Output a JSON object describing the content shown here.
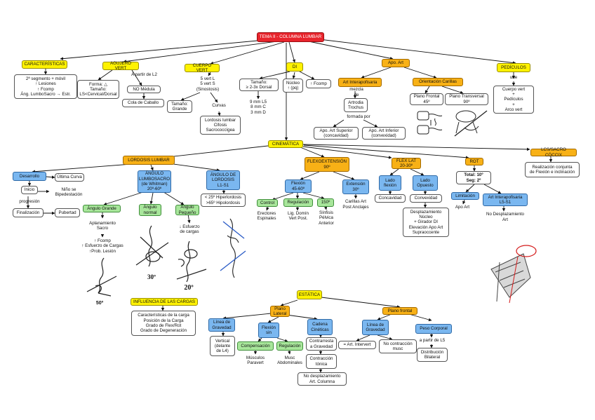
{
  "root": "TEMA II - COLUMNA LUMBAR",
  "top": {
    "caracteristicas": {
      "title": "CARACTERÍSTICAS",
      "body": "2ª segmento + móvil\n↑ Lesiones\n↑ Fcomp\nÁng. LumboSacro → Estr."
    },
    "agujero": {
      "title": "AGUJERO VERT",
      "forma": "Forma: △\nTamaño:\nLS<Cervical/Dorsal",
      "l2_note": "A partir de L2",
      "no_medula": "NO Médula",
      "cola": "Cola de Caballo"
    },
    "cuerpo": {
      "title": "CUERPO VERT",
      "count": "5 vert L\n5 vert S\n(Sinostosis)",
      "tamano": "Tamaño:\nGrande",
      "curvas": "Curvas",
      "curvas_detail": "Lordosis lumbar\nCifosis\nSacrococcígea"
    },
    "di": {
      "title": "DI",
      "tamano": "Tamaño:\n≥ 2-3x Dorsal",
      "nucleo": "Núcleo\n↑ (pq)",
      "fcomp": "↑ Fcomp",
      "mm": "9 mm L5\n8 mm C\n3 mm D"
    },
    "apo": {
      "title": "Apo. Art",
      "interapofisaria": "Art Interapofisaria",
      "mezcla": "mezcla de",
      "artrodia": "Artrodia\nTrochus",
      "formada": "formada por",
      "superior": "Apo. Art Superior\n(concavidad)",
      "inferior": "Apo. Art Inferior\n(convexidad)",
      "orientacion": "Orientación Carillas",
      "frontal": "Plano Frontal\n45º",
      "transversal": "Plano Transversal\n90º"
    },
    "pediculos": {
      "title": "PEDÍCULOS",
      "une": "une",
      "body": "Cuerpo vert\n+\nPedículos\n+\nArco vert"
    }
  },
  "cinematica": "CINEMÁTICA",
  "lordosis": {
    "title": "LORDOSIS LUMBAR",
    "desarrollo": "Desarrollo",
    "ultima_curva": "Última Curva",
    "inicio": "Inicio",
    "nino": "Niño se\nBipedestación",
    "progresion": "progresión",
    "finalizacion": "Finalización",
    "pubertad": "Pubertad",
    "angulo_lumbosacro": "ÁNGULO\nLUMBOSACRO\n(de Whitman)\n20º-60º",
    "angulo_grande": "Ángulo Grande",
    "aplanamiento": "Aplanamiento\nSacro",
    "grande_detail": "↑ Fcomp\n↑ Esfuerzo de Cargas\n↑Prob. Lesión",
    "angulo_normal": "Ángulo\nnormal",
    "angulo_pequeno": "Ángulo\nPequeño",
    "pequeno_detail": "↓ Esfuerzo\nde cargas",
    "angulo_lordosis": "ÁNGULO DE\nLORDOSIS\nL1-S1",
    "lordosis_detail": "< 25º Hiperlordosis\n>65º Hipolordosis",
    "deg_50": "50º",
    "deg_30": "30º",
    "deg_20": "20º",
    "influencia": "INFLUENCIA DE LAS CARGAS",
    "influencia_detail": "Características de la carga\nPosición de la Carga\nGrado de Flex/Rot\nGrado de Degeneración"
  },
  "flexext": {
    "title": "FLEXOEXTENSIÓN\n90º",
    "flexion": "Flexión\n45-60º",
    "extension": "Extensión\n30º",
    "control": "Control",
    "regulacion": "Regulación",
    "deg_150": "150º",
    "erectores": "Erectores\nEspinales",
    "lig": "Lig. Domín\nVert Post.",
    "sinfisis": "Sínfisis\nPélvica\nAnterior",
    "carillas": "Carillas Art\nPost Anclajes"
  },
  "flexlat": {
    "title": "FLEX LAT\n20-30º",
    "lado_flexion": "Lado\nflexión",
    "lado_opuesto": "Lado\nOpuesto",
    "concavidad": "Concavidad",
    "convexidad": "Convexidad",
    "detail": "Desplazamiento\nNúcleo\n+ Girador DI\nElevación Apo Art\nSupraoccente"
  },
  "rot": {
    "title": "ROT",
    "total": "Total: 10º\nSeg: 2º",
    "limitacion": "Limitación",
    "apo_art": "Apo Art",
    "art_inter": "Art Interapofisaria\nL5-S1",
    "no_desplaz": "No Desplazamiento\nArt"
  },
  "lcs": {
    "title": "LCS/SACRO CÓCCIX",
    "detail": "Realización conjunta\nde Flexión e inclinación"
  },
  "estatica": {
    "title": "ESTÁTICA",
    "plano_lateral": "Plano\nLateral",
    "plano_frontal": "Plano frontal",
    "linea_gravedad_l": "Línea de\nGravedad",
    "flexion_sin": "Flexión\nsin",
    "cadena": "Cadena\nCinéticas",
    "vertical": "Vertical\n(delante\nde L4)",
    "compensacion": "Compensación",
    "regulacion": "Regulación",
    "musculos": "Músculos\nParavert",
    "musc_abd": "Musc\nAbdominales",
    "contrarresta": "Contrarresta\na Gravedad",
    "contraccion": "Contracción\ntónica",
    "no_desplaz": "No desplazamiento\nArt. Columna",
    "linea_gravedad_f": "Línea de\nGravedad",
    "peso_corporal": "Peso Corporal",
    "art_intervert": "= Art. Intervert",
    "no_contraccion": "No contracción\nmusc",
    "partir_l5": "a partir de L5",
    "distribucion": "Distribución\nBilateral"
  },
  "colors": {
    "root": "#e8242c",
    "yellow": "#fff200",
    "orange": "#f8b116",
    "blue": "#7ab7f0",
    "green": "#a8e69b"
  }
}
